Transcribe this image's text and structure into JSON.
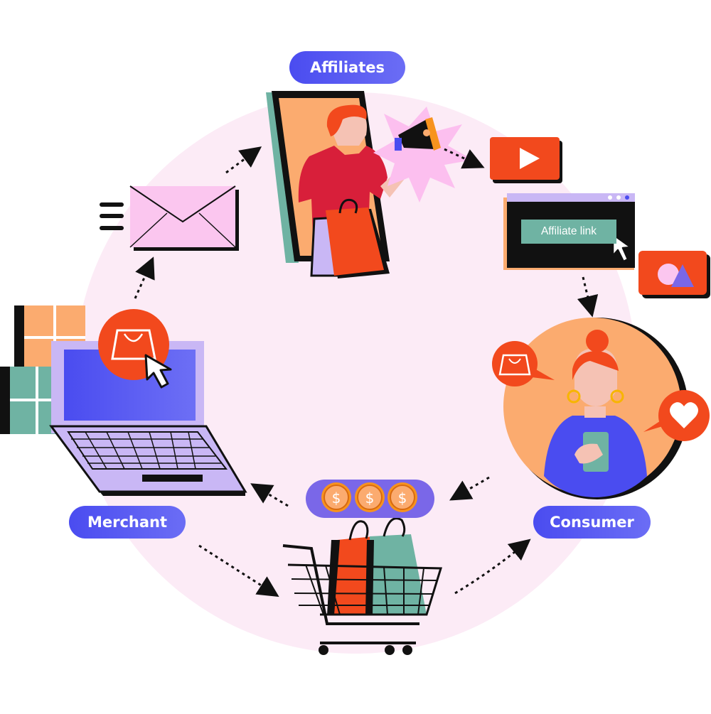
{
  "labels": {
    "affiliates": "Affiliates",
    "merchant": "Merchant",
    "consumer": "Consumer",
    "affiliate_link": "Affiliate link"
  },
  "coins": [
    "$",
    "$",
    "$"
  ],
  "icons": [
    "envelope-icon",
    "menu-lines-icon",
    "megaphone-icon",
    "play-icon",
    "cursor-icon",
    "shopping-bag-icon",
    "heart-icon",
    "shopping-cart-icon",
    "laptop-icon",
    "coin-icon",
    "shapes-icon",
    "phone-icon"
  ],
  "colors": {
    "circle": "#fce9f5",
    "accent_blue": "#4a4cf0",
    "accent_orange": "#f2491d",
    "peach": "#fbab6f",
    "teal": "#6fb3a3",
    "lavender": "#c9b7f5",
    "pink": "#fbc6ef"
  }
}
